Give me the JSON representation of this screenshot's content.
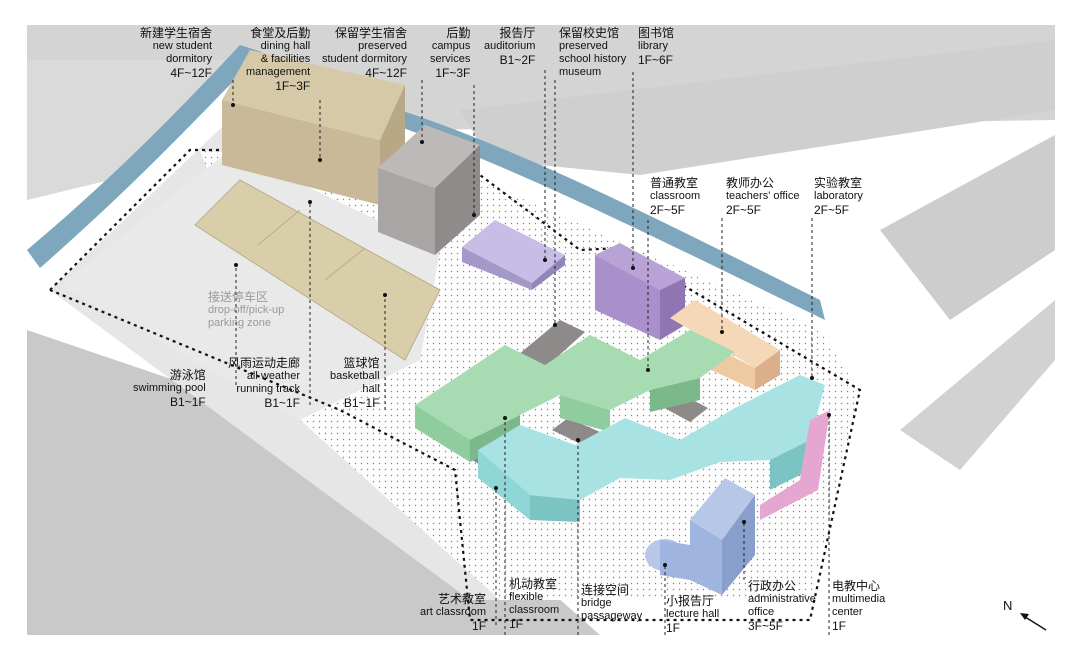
{
  "labels": {
    "new_dorm": {
      "cn": "新建学生宿舍",
      "en1": "new student",
      "en2": "dormitory",
      "floors": "4F~12F"
    },
    "dining": {
      "cn": "食堂及后勤",
      "en1": "dining hall",
      "en2": "& facilities",
      "en3": "management",
      "floors": "1F~3F"
    },
    "preserved_dorm": {
      "cn": "保留学生宿舍",
      "en1": "preserved",
      "en2": "student dormitory",
      "floors": "4F~12F"
    },
    "campus_services": {
      "cn": "后勤",
      "en1": "campus",
      "en2": "services",
      "floors": "1F~3F"
    },
    "auditorium": {
      "cn": "报告厅",
      "en1": "auditorium",
      "floors": "B1~2F"
    },
    "history_museum": {
      "cn": "保留校史馆",
      "en1": "preserved",
      "en2": "school history",
      "en3": "museum"
    },
    "library": {
      "cn": "图书馆",
      "en1": "library",
      "floors": "1F~6F"
    },
    "classroom": {
      "cn": "普通教室",
      "en1": "classroom",
      "floors": "2F~5F"
    },
    "teachers_office": {
      "cn": "教师办公",
      "en1": "teachers' office",
      "floors": "2F~5F"
    },
    "laboratory": {
      "cn": "实验教室",
      "en1": "laboratory",
      "floors": "2F~5F"
    },
    "dropoff": {
      "cn": "接送停车区",
      "en1": "drop-off/pick-up",
      "en2": "parking zone"
    },
    "swimming": {
      "cn": "游泳馆",
      "en1": "swimming pool",
      "floors": "B1~1F"
    },
    "running": {
      "cn": "风雨运动走廊",
      "en1": "all weather",
      "en2": "running track",
      "floors": "B1~1F"
    },
    "basketball": {
      "cn": "篮球馆",
      "en1": "basketball",
      "en2": "hall",
      "floors": "B1~1F"
    },
    "art": {
      "cn": "艺术教室",
      "en1": "art classroom",
      "floors": "1F"
    },
    "flexible": {
      "cn": "机动教室",
      "en1": "flexible",
      "en2": "classroom",
      "floors": "1F"
    },
    "bridge": {
      "cn": "连接空间",
      "en1": "bridge",
      "en2": "passageway"
    },
    "lecture": {
      "cn": "小报告厅",
      "en1": "lecture hall",
      "floors": "1F"
    },
    "admin": {
      "cn": "行政办公",
      "en1": "administrative",
      "en2": "office",
      "floors": "3F~5F"
    },
    "multimedia": {
      "cn": "电教中心",
      "en1": "multimedia",
      "en2": "center",
      "floors": "1F"
    }
  },
  "north_label": "N",
  "colors": {
    "road": "#c6c6c6",
    "ground": "#e4e4e4",
    "river": "#7ea7bd",
    "dorm_tan": "#c9bb9c",
    "dorm_gray": "#a9a5a5",
    "sports": "#d8cfaa",
    "auditorium": "#b9addb",
    "library": "#a98fcc",
    "classroom_green": "#8fcc9e",
    "lab_cyan": "#8fd6d6",
    "teachers_peach": "#efc9a2",
    "admin_blue": "#9fb4de",
    "multimedia_pink": "#e6a6d2",
    "bridge_gray": "#8e8a8a"
  }
}
